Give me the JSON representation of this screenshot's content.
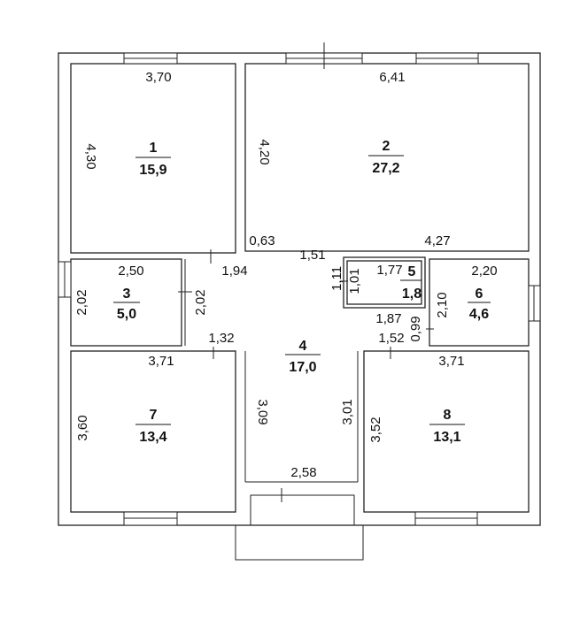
{
  "rooms": [
    {
      "id": "1",
      "area": "15,9"
    },
    {
      "id": "2",
      "area": "27,2"
    },
    {
      "id": "3",
      "area": "5,0"
    },
    {
      "id": "4",
      "area": "17,0"
    },
    {
      "id": "5",
      "area": "1,8"
    },
    {
      "id": "6",
      "area": "4,6"
    },
    {
      "id": "7",
      "area": "13,4"
    },
    {
      "id": "8",
      "area": "13,1"
    }
  ],
  "dims": {
    "r1_w": "3,70",
    "r1_h": "4,30",
    "r2_w": "6,41",
    "r2_h": "4,20",
    "hall_063": "0,63",
    "hall_151": "1,51",
    "hall_427": "4,27",
    "r3_w": "2,50",
    "r3_h_left": "2,02",
    "r3_h_right": "2,02",
    "hall_194": "1,94",
    "r5_111": "1,11",
    "r5_101": "1,01",
    "r5_177": "1,77",
    "r6_w": "2,20",
    "r6_h": "2,10",
    "hall_187": "1,87",
    "hall_099": "0,99",
    "hall_132": "1,32",
    "hall_152": "1,52",
    "r7_w": "3,71",
    "r7_h": "3,60",
    "r4_309": "3,09",
    "r4_301": "3,01",
    "r8_w": "3,71",
    "r8_h": "3,52",
    "entry_w": "2,58"
  }
}
